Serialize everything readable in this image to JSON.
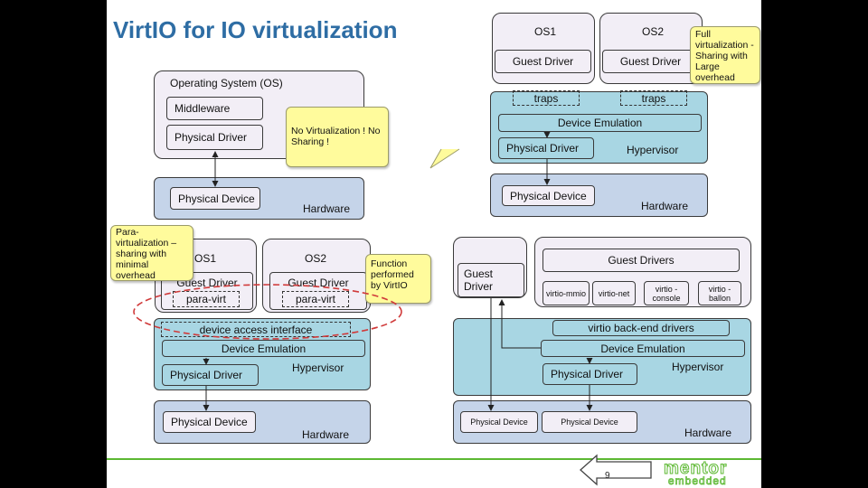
{
  "title": "VirtIO for IO virtualization",
  "page_number": "9",
  "logo": {
    "line1": "mentor",
    "line2": "embedded"
  },
  "no_virt": {
    "os_label": "Operating System (OS)",
    "middleware": "Middleware",
    "physical_driver": "Physical Driver",
    "physical_device": "Physical Device",
    "hardware": "Hardware",
    "callout": "No Virtualization ! No Sharing !"
  },
  "full_virt": {
    "os1": "OS1",
    "os2": "OS2",
    "guest_driver_1": "Guest Driver",
    "guest_driver_2": "Guest Driver",
    "callout": "Full virtualization - Sharing with Large overhead",
    "trap_1": "traps",
    "trap_2": "traps",
    "device_emulation": "Device Emulation",
    "physical_driver": "Physical Driver",
    "hypervisor": "Hypervisor",
    "physical_device": "Physical Device",
    "hardware": "Hardware"
  },
  "para_virt": {
    "callout": "Para-virtualization – sharing with minimal overhead",
    "os1": "OS1",
    "os2": "OS2",
    "guest_driver_1": "Guest Driver",
    "guest_driver_2": "Guest Driver",
    "para_virt_1": "para-virt",
    "para_virt_2": "para-virt",
    "function_callout": "Function performed by VirtIO",
    "device_access_interface": "device access interface",
    "device_emulation": "Device Emulation",
    "physical_driver": "Physical Driver",
    "hypervisor": "Hypervisor",
    "physical_device": "Physical Device",
    "hardware": "Hardware"
  },
  "virtio": {
    "guest_driver": "Guest Driver",
    "guest_drivers": "Guest Drivers",
    "drivers": [
      "virtio-mmio",
      "virtio-net",
      "virtio -console",
      "virtio -ballon"
    ],
    "backend": "virtio back-end drivers",
    "device_emulation": "Device Emulation",
    "physical_driver": "Physical Driver",
    "hypervisor": "Hypervisor",
    "physical_device_1": "Physical Device",
    "physical_device_2": "Physical Device",
    "hardware": "Hardware"
  }
}
